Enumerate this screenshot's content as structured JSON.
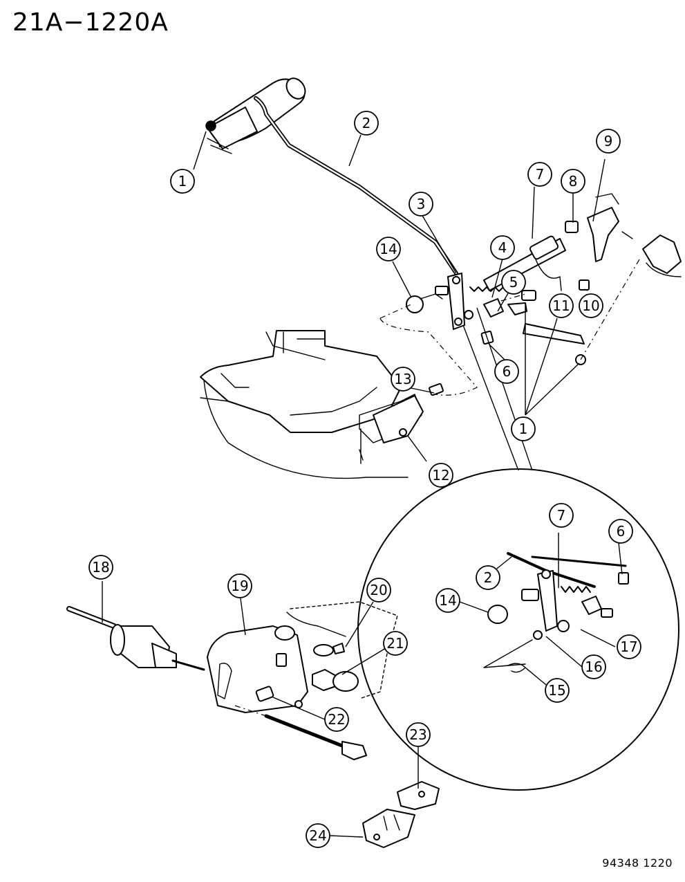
{
  "header": {
    "title": "21A−1220A"
  },
  "footer": {
    "code": "94348  1220"
  },
  "callouts": {
    "c1a": "1",
    "c2": "2",
    "c3": "3",
    "c4": "4",
    "c5": "5",
    "c6": "6",
    "c7": "7",
    "c8": "8",
    "c9": "9",
    "c10": "10",
    "c11": "11",
    "c12": "12",
    "c13": "13",
    "c14": "14",
    "c1b": "1",
    "d7": "7",
    "d6": "6",
    "d2": "2",
    "d14": "14",
    "d17": "17",
    "d16": "16",
    "d15": "15",
    "c18": "18",
    "c19": "19",
    "c20": "20",
    "c21": "21",
    "c22": "22",
    "c23": "23",
    "c24": "24"
  }
}
